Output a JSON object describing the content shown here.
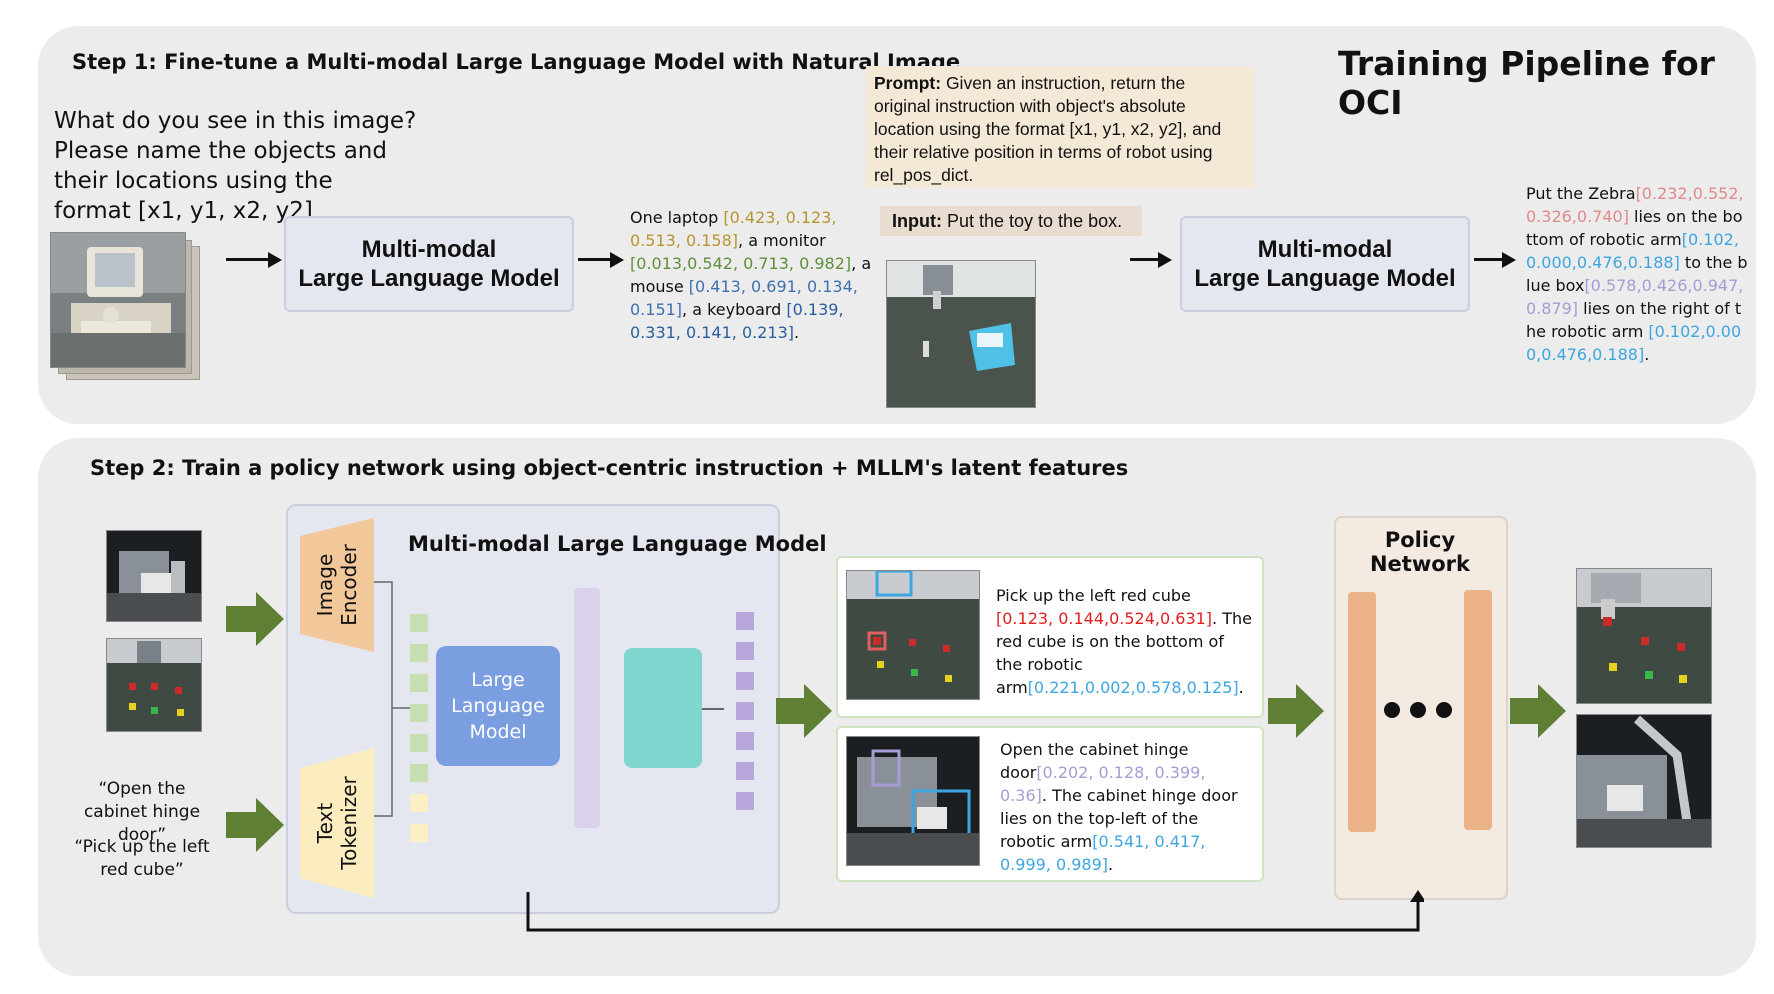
{
  "title": "Training Pipeline for OCI",
  "step1": {
    "heading": "Step 1: Fine-tune a Multi-modal Large Language Model with Natural Image",
    "question_lines": [
      "What do you see in this image?",
      "Please name the objects and",
      "their locations using the",
      "format [x1, y1, x2, y2]"
    ],
    "mllm_line1": "Multi-modal",
    "mllm_line2": "Large Language Model",
    "answer_segments": [
      {
        "text": "One laptop ",
        "color": "#111111"
      },
      {
        "text": "[0.423, 0.123, 0.513, 0.158]",
        "color": "#b8962e"
      },
      {
        "text": ", a monitor ",
        "color": "#111111"
      },
      {
        "text": "[0.013,0.542, 0.713, 0.982]",
        "color": "#5f8f3a"
      },
      {
        "text": ", a mouse ",
        "color": "#111111"
      },
      {
        "text": "[0.413, 0.691, 0.134, 0.151]",
        "color": "#3f6fb0"
      },
      {
        "text": ", a keyboard ",
        "color": "#111111"
      },
      {
        "text": "[0.139, 0.331, 0.141, 0.213]",
        "color": "#2b5e9e"
      },
      {
        "text": ".",
        "color": "#111111"
      }
    ],
    "prompt_label": "Prompt:",
    "prompt_text": " Given an instruction, return the original instruction with object's absolute location using the format [x1, y1, x2, y2], and their relative position in terms of robot using rel_pos_dict.",
    "input_label": "Input:",
    "input_text": " Put the toy to the box.",
    "mllm2_line1": "Multi-modal",
    "mllm2_line2": "Large Language Model",
    "output_segments": [
      {
        "text": "Put the Zebra",
        "color": "#111111"
      },
      {
        "text": "[0.232,0.552,0.326,0.740]",
        "color": "#e08a8a"
      },
      {
        "text": " lies on the bottom of robotic arm",
        "color": "#111111"
      },
      {
        "text": "[0.102,0.000,0.476,0.188]",
        "color": "#3da6e0"
      },
      {
        "text": " to the blue box",
        "color": "#111111"
      },
      {
        "text": "[0.578,0.426,0.947,0.879]",
        "color": "#a89bd6"
      },
      {
        "text": " lies on the right of the robotic arm ",
        "color": "#111111"
      },
      {
        "text": "[0.102,0.000,0.476,0.188]",
        "color": "#3da6e0"
      },
      {
        "text": ".",
        "color": "#111111"
      }
    ]
  },
  "step2": {
    "heading": "Step 2: Train a policy network using object-centric instruction + MLLM's latent features",
    "mllm_title": "Multi-modal Large Language Model",
    "image_encoder": "Image Encoder",
    "text_tokenizer": "Text Tokenizer",
    "llm_line1": "Large",
    "llm_line2": "Language",
    "llm_line3": "Model",
    "instruction1": "“Open the cabinet hinge door”",
    "instruction2": "“Pick up the left red cube”",
    "box1_segments": [
      {
        "text": "Pick up the left red cube ",
        "color": "#111111"
      },
      {
        "text": "[0.123, 0.144,0.524,0.631]",
        "color": "#e02020"
      },
      {
        "text": ". The red cube is on the bottom of the robotic arm",
        "color": "#111111"
      },
      {
        "text": "[0.221,0.002,0.578,0.125]",
        "color": "#3da6e0"
      },
      {
        "text": ".",
        "color": "#111111"
      }
    ],
    "box2_segments": [
      {
        "text": "Open the cabinet hinge door",
        "color": "#111111"
      },
      {
        "text": "[0.202, 0.128, 0.399, 0.36]",
        "color": "#a89bd6"
      },
      {
        "text": ". The cabinet hinge door lies on the top-left of the robotic arm",
        "color": "#111111"
      },
      {
        "text": "[0.541, 0.417, 0.999, 0.989]",
        "color": "#3da6e0"
      },
      {
        "text": ".",
        "color": "#111111"
      }
    ],
    "policy_title": "Policy Network",
    "colors": {
      "green_arrow": "#5f7f34",
      "encoder": "#f2c79a",
      "tokenizer": "#fbedc0",
      "llm": "#7b9ee0",
      "teal": "#7ed6ce",
      "policy_bar": "#ebb287",
      "green_cell": "#c6deb0",
      "yellow_cell": "#fbefc6",
      "purple_cell": "#b7a7dd"
    }
  }
}
